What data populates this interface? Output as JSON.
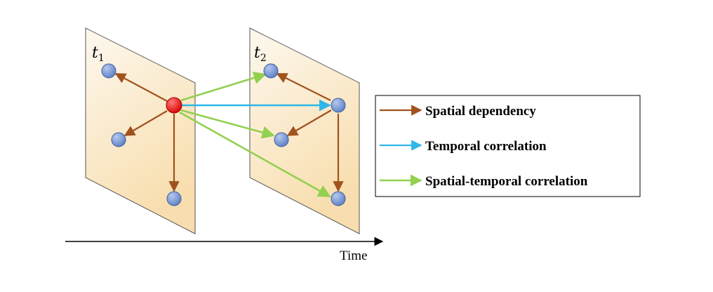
{
  "planes": [
    {
      "label": "t",
      "subscript": "1"
    },
    {
      "label": "t",
      "subscript": "2"
    }
  ],
  "legend": [
    {
      "label": "Spatial dependency",
      "color": "#A0521D"
    },
    {
      "label": "Temporal correlation",
      "color": "#2EB7E8"
    },
    {
      "label": "Spatial-temporal correlation",
      "color": "#92D050"
    }
  ],
  "axis": {
    "label": "Time"
  },
  "colors": {
    "plane_fill_light": "#FCF6EC",
    "plane_fill_dark": "#F8DDAB",
    "node": "#7F9FD9",
    "center_node": "#FF0000"
  }
}
